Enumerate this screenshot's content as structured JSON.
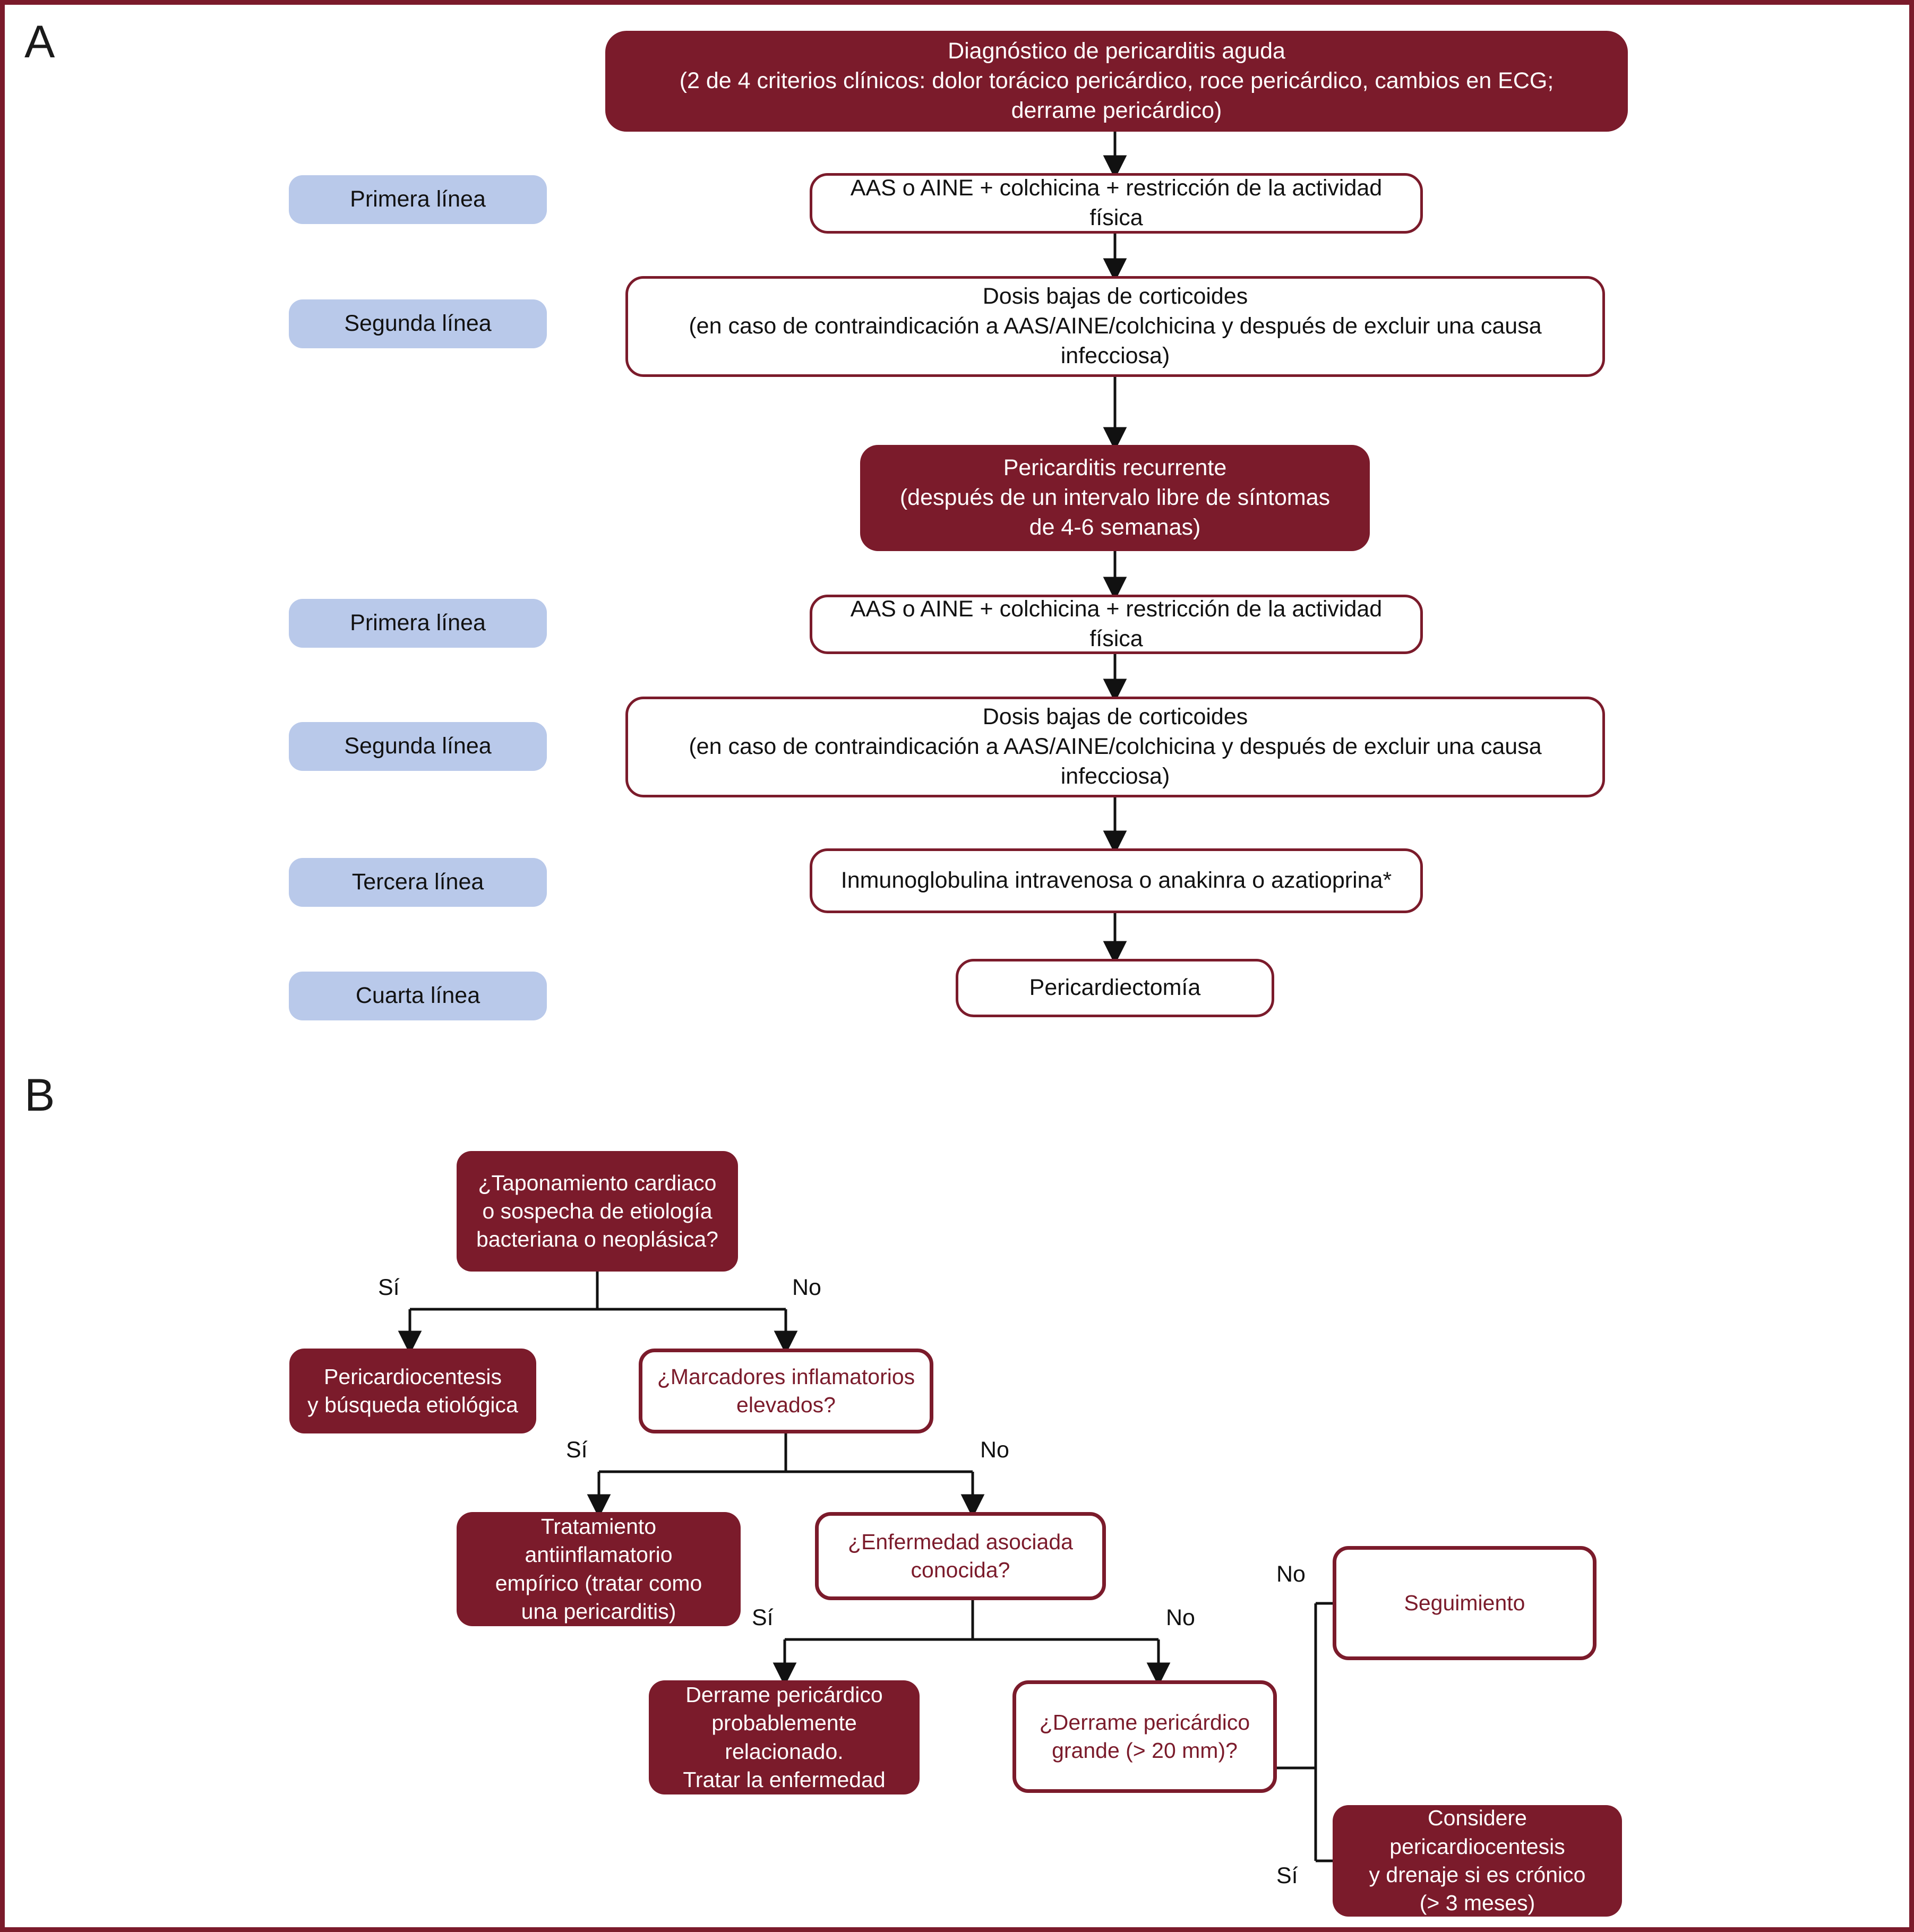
{
  "figure": {
    "border_color": "#7B1B2B",
    "accent_dark": "#7B1B2B",
    "accent_blue": "#B9C9EA"
  },
  "panels": {
    "a_letter": "A",
    "b_letter": "B"
  },
  "panel_a": {
    "stage_labels": [
      {
        "id": "primera-1",
        "text": "Primera línea"
      },
      {
        "id": "segunda-1",
        "text": "Segunda línea"
      },
      {
        "id": "primera-2",
        "text": "Primera línea"
      },
      {
        "id": "segunda-2",
        "text": "Segunda línea"
      },
      {
        "id": "tercera",
        "text": "Tercera línea"
      },
      {
        "id": "cuarta",
        "text": "Cuarta línea"
      }
    ],
    "nodes": [
      {
        "id": "diagnostico",
        "style": "solid",
        "text": "Diagnóstico de pericarditis aguda\n(2 de 4 criterios clínicos: dolor torácico pericárdico, roce pericárdico, cambios en ECG;\nderrame pericárdico)"
      },
      {
        "id": "primera-linea-1",
        "style": "outline",
        "text": "AAS o AINE + colchicina + restricción de la actividad física"
      },
      {
        "id": "segunda-linea-1",
        "style": "outline",
        "text": "Dosis bajas de corticoides\n(en caso de contraindicación a AAS/AINE/colchicina y después de excluir una causa infecciosa)"
      },
      {
        "id": "pericarditis-recurrente",
        "style": "solid",
        "text": "Pericarditis recurrente\n(después de un intervalo libre de síntomas\nde 4-6 semanas)"
      },
      {
        "id": "primera-linea-2",
        "style": "outline",
        "text": "AAS o AINE + colchicina + restricción de la actividad física"
      },
      {
        "id": "segunda-linea-2",
        "style": "outline",
        "text": "Dosis bajas de corticoides\n(en caso de contraindicación a AAS/AINE/colchicina y después de excluir una causa infecciosa)"
      },
      {
        "id": "tercera-linea",
        "style": "outline",
        "text": "Inmunoglobulina intravenosa o anakinra o azatioprina*"
      },
      {
        "id": "cuarta-linea",
        "style": "outline",
        "text": "Pericardiectomía"
      }
    ]
  },
  "panel_b": {
    "nodes": [
      {
        "id": "taponamiento",
        "style": "solid",
        "text": "¿Taponamiento cardiaco\no sospecha de etiología\nbacteriana o neoplásica?"
      },
      {
        "id": "pericardiocentesis",
        "style": "solid",
        "text": "Pericardiocentesis\ny búsqueda etiológica"
      },
      {
        "id": "marcadores",
        "style": "outline-red",
        "text": "¿Marcadores inflamatorios\nelevados?"
      },
      {
        "id": "tratamiento-empirico",
        "style": "solid",
        "text": "Tratamiento antiinflamatorio\nempírico (tratar como\nuna pericarditis)"
      },
      {
        "id": "enfermedad-asociada",
        "style": "outline-red",
        "text": "¿Enfermedad asociada\nconocida?"
      },
      {
        "id": "derrame-relacionado",
        "style": "solid",
        "text": "Derrame pericárdico\nprobablemente relacionado.\nTratar la enfermedad"
      },
      {
        "id": "derrame-grande",
        "style": "outline-red",
        "text": "¿Derrame pericárdico\ngrande (> 20 mm)?"
      },
      {
        "id": "seguimiento",
        "style": "outline-red",
        "text": "Seguimiento"
      },
      {
        "id": "considere-pericardiocentesis",
        "style": "solid",
        "text": "Considere pericardiocentesis\ny drenaje si es crónico\n(> 3 meses)"
      }
    ],
    "branch_labels": [
      {
        "id": "b1-si",
        "text": "Sí"
      },
      {
        "id": "b1-no",
        "text": "No"
      },
      {
        "id": "b2-si",
        "text": "Sí"
      },
      {
        "id": "b2-no",
        "text": "No"
      },
      {
        "id": "b3-si",
        "text": "Sí"
      },
      {
        "id": "b3-no",
        "text": "No"
      },
      {
        "id": "b4-no",
        "text": "No"
      },
      {
        "id": "b4-si",
        "text": "Sí"
      }
    ]
  }
}
